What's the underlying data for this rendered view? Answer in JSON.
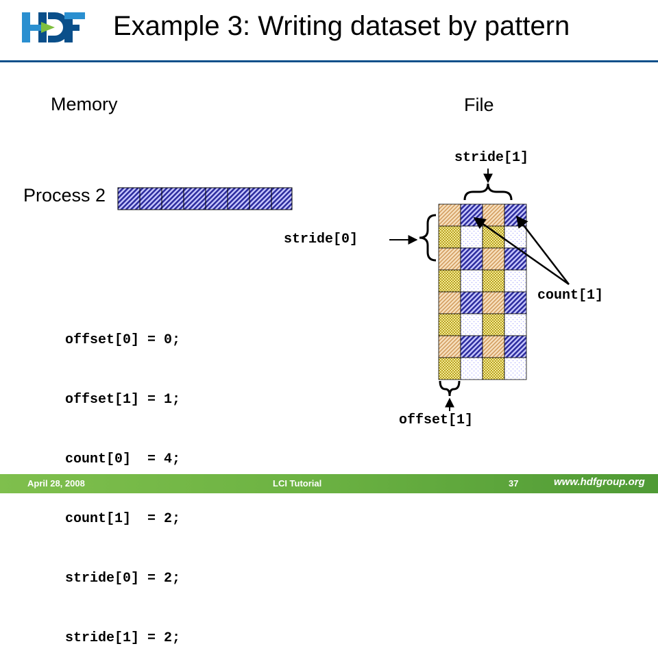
{
  "logo": {
    "text": "HDF",
    "colors": {
      "dark": "#0a4f8a",
      "light": "#2a8fd0",
      "green": "#7fbf3f"
    }
  },
  "title": "Example 3: Writing dataset by pattern",
  "labels": {
    "memory": "Memory",
    "file": "File",
    "process": "Process 2"
  },
  "code_lines": [
    "offset[0] = 0;",
    "offset[1] = 1;",
    "count[0]  = 4;",
    "count[1]  = 2;",
    "stride[0] = 2;",
    "stride[1] = 2;"
  ],
  "annotations": {
    "stride1": "stride[1]",
    "stride0": "stride[0]",
    "count1": "count[1]",
    "offset1": "offset[1]"
  },
  "memory_cells": 8,
  "file_grid": {
    "rows": 8,
    "cols": 4
  },
  "colors": {
    "blue_fill": "#2d2d9e",
    "blue_bg": "#c8c8ff",
    "tan": "#d19a5c",
    "tan_bg": "#f6dfbd",
    "yellow": "#b8a020",
    "yellow_bg": "#f4ec9a",
    "lavender": "#a8a8ff",
    "accent_rule": "#0a4f8a",
    "footer_green": "#6db343"
  },
  "footer": {
    "date": "April 28, 2008",
    "center": "LCI Tutorial",
    "page": "37",
    "url": "www.hdfgroup.org"
  }
}
